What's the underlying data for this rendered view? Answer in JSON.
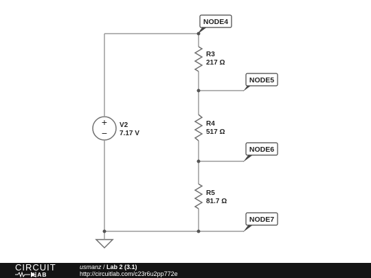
{
  "colors": {
    "wire": "#9a9a9a",
    "component": "#6f6f6f",
    "label": "#222222",
    "footer_bg": "#141414",
    "footer_text": "#ffffff"
  },
  "circuit": {
    "source": {
      "name": "V2",
      "value": "7.17 V",
      "positive_symbol": "+",
      "negative_symbol": "−"
    },
    "resistors": [
      {
        "name": "R3",
        "value": "217 Ω"
      },
      {
        "name": "R4",
        "value": "517 Ω"
      },
      {
        "name": "R5",
        "value": "81.7 Ω"
      }
    ],
    "nodes": [
      "NODE4",
      "NODE5",
      "NODE6",
      "NODE7"
    ],
    "ground": true
  },
  "footer": {
    "logo_top": "CIRCUIT",
    "logo_bottom": "LAB",
    "author": "usmanz",
    "separator": " / ",
    "title": "Lab 2 (3.1)",
    "url": "http://circuitlab.com/c23r6u2pp772e"
  }
}
